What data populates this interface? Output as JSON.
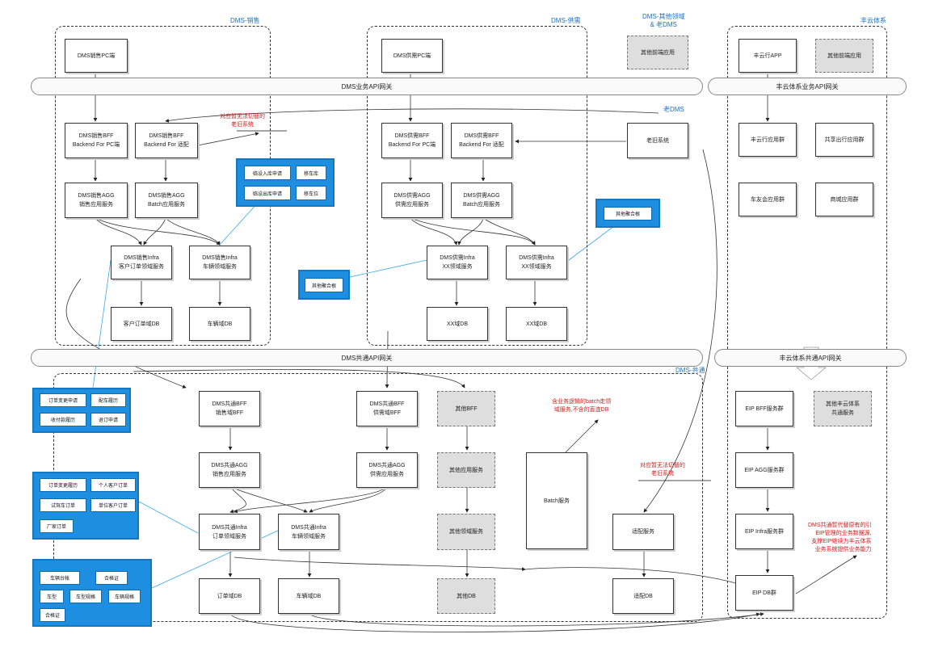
{
  "regions": {
    "sales": "DMS-销售",
    "supply": "DMS-供需",
    "other": "DMS-其他领域\n& 老DMS",
    "fengyun": "丰云体系",
    "common": "DMS-共通"
  },
  "gateways": {
    "dms_business": "DMS业务API网关",
    "fengyun_business": "丰云体系业务API网关",
    "dms_common": "DMS共通API网关",
    "fengyun_common": "丰云体系共通API网关"
  },
  "sales": {
    "pc": "DMS销售PC端",
    "bff_pc": "DMS销售BFF\nBackend For PC端",
    "bff_adapt": "DMS销售BFF\nBackend For 适配",
    "agg": "DMS销售AGG\n销售应用服务",
    "agg_batch": "DMS销售AGG\nBatch应用服务",
    "infra_order": "DMS销售Infra\n客户订单领域服务",
    "infra_vehicle": "DMS销售Infra\n车辆领域服务",
    "db_order": "客户订单域DB",
    "db_vehicle": "车辆域DB"
  },
  "supply": {
    "pc": "DMS供需PC端",
    "bff_pc": "DMS供需BFF\nBackend For PC端",
    "bff_adapt": "DMS供需BFF\nBackend For 适配",
    "agg": "DMS供需AGG\n供需应用服务",
    "agg_batch": "DMS供需AGG\nBatch应用服务",
    "infra_xx1": "DMS供需Infra\nXX领域服务",
    "infra_xx2": "DMS供需Infra\nXX领域服务",
    "db_xx1": "XX域DB",
    "db_xx2": "XX域DB"
  },
  "other": {
    "front_app": "其他前端应用",
    "legacy_label": "老DMS",
    "legacy_system": "老旧系统",
    "note_legacy_top": "对应暂无法切替的\n老旧系统"
  },
  "fengyun": {
    "app": "丰云行APP",
    "other_front": "其他前端应用",
    "app_group1": "丰云行应用群",
    "app_group2": "共享出行应用群",
    "app_group3": "车友会应用群",
    "app_group4": "商城应用群",
    "eip_bff": "EIP BFF服务群",
    "eip_common": "其他丰云体系\n共通服务",
    "eip_agg": "EIP AGG服务群",
    "eip_infra": "EIP Infra服务群",
    "eip_db": "EIP DB群",
    "note_eip": "DMS共通暂代替原有的引\nEIP管理的业务数据源,\n支撑EIP继续为丰云体系\n业务系统提供业务能力"
  },
  "common": {
    "bff_sales": "DMS共通BFF\n销售域BFF",
    "bff_supply": "DMS共通BFF\n供需域BFF",
    "other_bff": "其他BFF",
    "agg_sales": "DMS共通AGG\n销售应用服务",
    "agg_supply": "DMS共通AGG\n供需应用服务",
    "other_app": "其他应用服务",
    "infra_order": "DMS共通Infra\n订单领域服务",
    "infra_vehicle": "DMS共通Infra\n车辆领域服务",
    "other_domain": "其他领域服务",
    "batch": "Batch服务",
    "adapter": "适配服务",
    "db_order": "订单域DB",
    "db_vehicle": "车辆域DB",
    "db_other": "其他DB",
    "db_adapter": "适配DB",
    "note_batch": "含业务逻辑的batch走领\n域服务,不含的直连DB",
    "note_legacy_bottom": "对应暂无法切替的\n老旧系统"
  },
  "panels": {
    "sales_top": [
      "临设入库申请",
      "移车库",
      "临设出库申请",
      "移车位"
    ],
    "sales_mid": "其他聚合根",
    "supply_mid": "其他聚合根",
    "order_change": [
      "订单变更申请",
      "配车履历",
      "收付款履历",
      "退订申请"
    ],
    "order_list": [
      "订单变更履历",
      "个人客户订单",
      "试驾车订单",
      "单位客户订单",
      "厂家订单"
    ],
    "vehicle_list": [
      "车辆台帐",
      "合格证",
      "车型",
      "车型规格",
      "车辆规格",
      "合格证"
    ]
  }
}
